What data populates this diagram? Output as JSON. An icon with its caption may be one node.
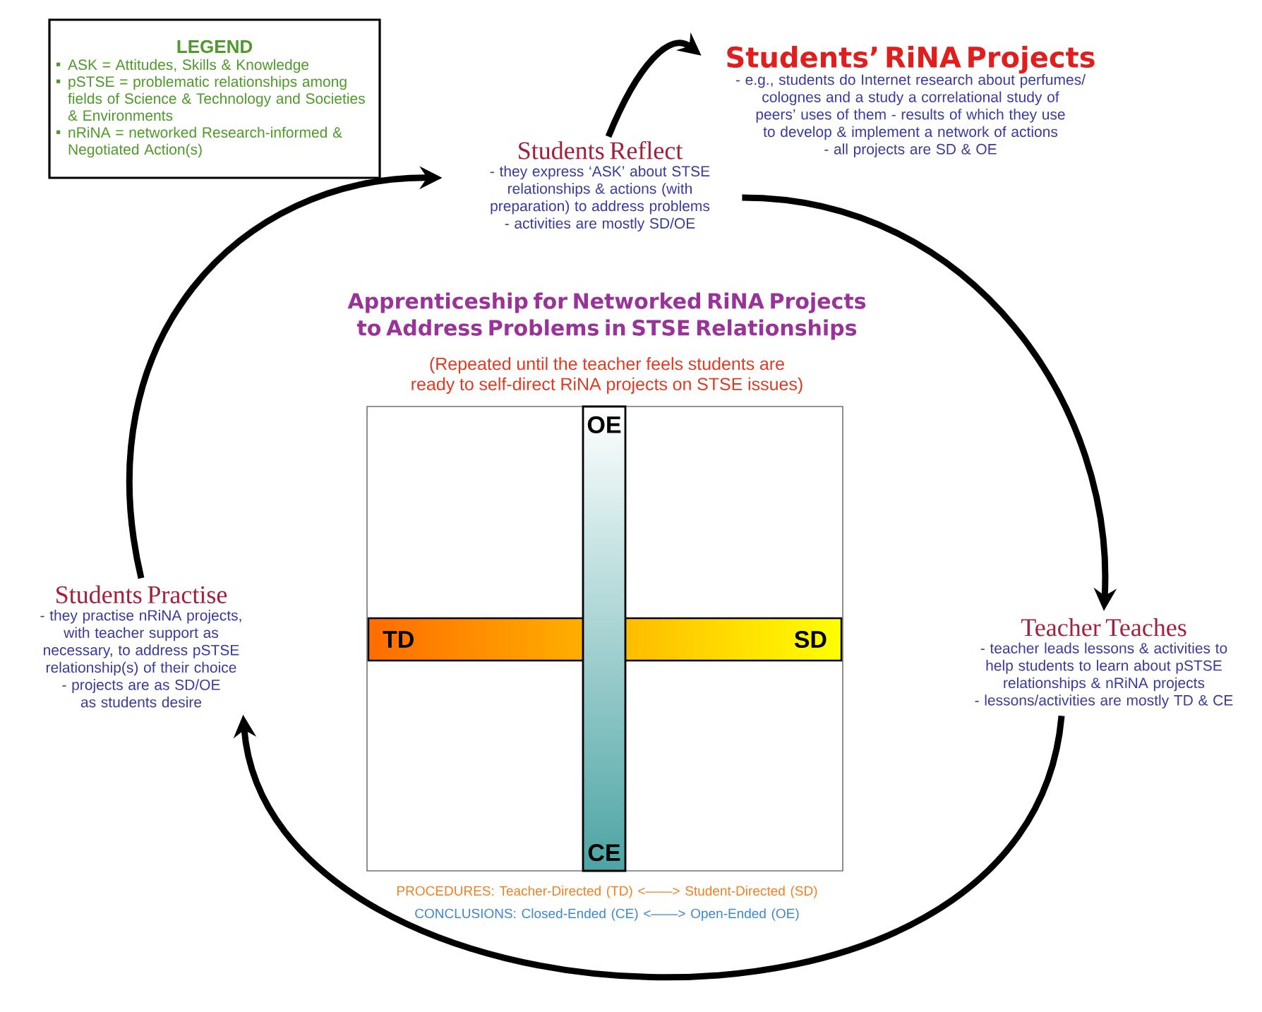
{
  "diagram": {
    "title": "Apprenticeship for Networked RiNA Projects to Address Problems in STSE Relationships",
    "nodes": [
      {
        "text": [
          "LEGEND",
          "ASK = Attitudes, Skills & Knowledge",
          "pSTSE = problematic relationships among fields of Science & Technology and Societies & Environments",
          "nRiNA = networked Research-informed & Negotiated Action(s)"
        ]
      },
      {
        "text": [
          "Students’ RiNA Projects",
          "- e.g., students do Internet research about perfumes/ colognes and a study a correlational study of peers’ uses of them - results of which they use to develop & implement a network of actions",
          "- all projects are SD & OE"
        ]
      },
      {
        "text": [
          "Students Reflect",
          "- they express ‘ASK’ about STSE relationships & actions (with preparation) to address problems",
          "- activities are mostly SD/OE"
        ]
      },
      {
        "text": [
          "Teacher Teaches",
          "- teacher leads lessons & activities to help students to learn about pSTSE relationships & nRiNA projects",
          "- lessons/activities are mostly TD & CE"
        ]
      },
      {
        "text": [
          "Students Practise",
          "- they practise nRiNA projects, with teacher support as necessary, to address pSTSE relationship(s) of their choice",
          "- projects are as SD/OE as students desire"
        ]
      },
      {
        "text": [],
        "shape": "box"
      },
      {
        "text": [
          "TD",
          "SD"
        ],
        "in": 5
      },
      {
        "text": [
          "OE",
          "CE"
        ],
        "in": 5
      }
    ],
    "edges": [
      {
        "from": 2,
        "to": 1,
        "arrow": "to"
      },
      {
        "from": 2,
        "to": 3,
        "arrow": "to"
      },
      {
        "from": 3,
        "to": 4,
        "arrow": "to"
      },
      {
        "from": 4,
        "to": 2,
        "arrow": "to"
      }
    ],
    "labels": [
      "(Repeated until the teacher feels students are ready to self-direct RiNA projects on STSE issues)",
      "PROCEDURES: Teacher-Directed (TD) <——> Student-Directed (SD)",
      "CONCLUSIONS: Closed-Ended (CE) <——> Open-Ended (OE)"
    ]
  }
}
